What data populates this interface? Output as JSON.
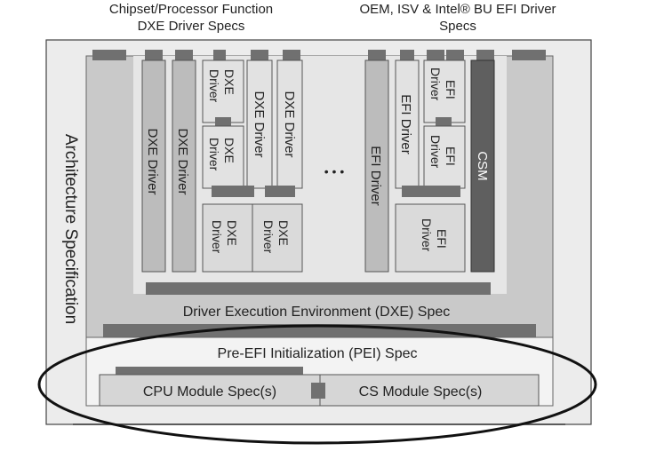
{
  "headers": {
    "left": [
      "Chipset/Processor Function",
      "DXE Driver Specs"
    ],
    "right": [
      "OEM, ISV & Intel® BU EFI Driver",
      "Specs"
    ]
  },
  "labels": {
    "architecture": "Architecture Specification",
    "dxe_driver": "DXE Driver",
    "dxe": "DXE",
    "driver": "Driver",
    "efi_driver": "EFI Driver",
    "efi": "EFI",
    "csm": "CSM",
    "ellipsis": "• • •",
    "dxe_env": "Driver Execution Environment (DXE) Spec",
    "pei": "Pre-EFI Initialization (PEI) Spec",
    "cpu_module": "CPU Module Spec(s)",
    "cs_module": "CS Module Spec(s)"
  },
  "colors": {
    "outer_fill": "#ececec",
    "dxe_region": "#c9c9c9",
    "driver_fill": "#bcbcbc",
    "connector": "#707070",
    "csm_fill": "#5f5f5f",
    "pei_fill": "#f3f3f3",
    "module_fill": "#d6d6d6",
    "highlight_ellipse": "#111111"
  }
}
